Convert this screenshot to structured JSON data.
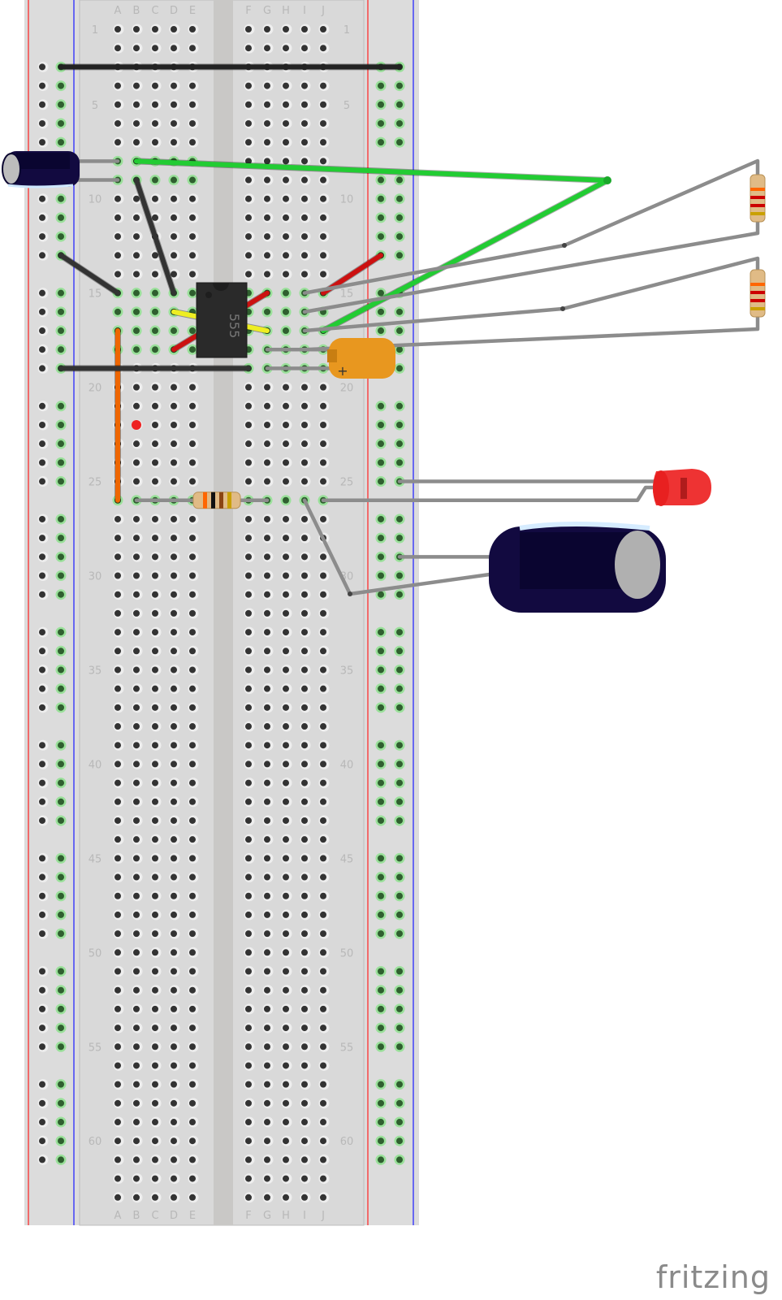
{
  "app": {
    "logo_text": "fritzing"
  },
  "breadboard": {
    "rows": 63,
    "columns_left": [
      "A",
      "B",
      "C",
      "D",
      "E"
    ],
    "columns_right": [
      "F",
      "G",
      "H",
      "I",
      "J"
    ],
    "row_labels": [
      "1",
      "5",
      "10",
      "15",
      "20",
      "25",
      "30",
      "35",
      "40",
      "45",
      "50",
      "55",
      "60"
    ],
    "colors": {
      "board": "#dcdcdc",
      "channel": "#c9c8c6",
      "hole": "#333333",
      "hole_connected": "#2f5f2f",
      "hole_glow": "#8ee08e",
      "rail_plus": "#ff2020",
      "rail_minus": "#1a1aff",
      "label": "#b8b8b8"
    }
  },
  "components": {
    "ic": {
      "name": "555 timer",
      "label": "555",
      "top_row": 15,
      "pins": 8
    },
    "capacitor_small": {
      "type": "electrolytic",
      "rows": [
        8,
        9
      ],
      "column": "A"
    },
    "capacitor_large": {
      "type": "electrolytic",
      "leads": [
        "right-rail-29",
        "I-31"
      ]
    },
    "capacitor_tantalum": {
      "type": "ceramic/tantalum",
      "rows": [
        18,
        19
      ],
      "column": "F",
      "marking": "+"
    },
    "led": {
      "color": "red",
      "leads": [
        "right-rail-25",
        "J-26"
      ]
    },
    "resistor_board": {
      "rows": [
        26
      ],
      "from": "B",
      "to": "G",
      "bands": [
        "#ff6600",
        "#111111",
        "#8b4513",
        "#c9a000"
      ]
    },
    "resistor_ext_1": {
      "bands": [
        "#ff6600",
        "#cc0000",
        "#cc0000",
        "#c9a000"
      ]
    },
    "resistor_ext_2": {
      "bands": [
        "#ff6600",
        "#cc0000",
        "#cc0000",
        "#c9a000"
      ]
    },
    "probe_marker": {
      "row": 22,
      "column": "B",
      "color": "#ee2222"
    }
  },
  "wires": [
    {
      "id": "black-rail-top",
      "color": "#222222",
      "from": "left-rail-3",
      "to": "right-rail-3"
    },
    {
      "id": "green-long",
      "color": "#22cc33",
      "from": "B-8",
      "via": "ext",
      "to": "I-17"
    },
    {
      "id": "black-diag-1",
      "color": "#333333",
      "from": "B-9",
      "to": "D-15"
    },
    {
      "id": "black-diag-2",
      "color": "#333333",
      "from": "left-rail-13",
      "to": "A-15"
    },
    {
      "id": "red-right",
      "color": "#cc1111",
      "from": "I-15",
      "to": "right-rail-13"
    },
    {
      "id": "red-ic",
      "color": "#cc1111",
      "from": "D-18",
      "to": "F-15"
    },
    {
      "id": "yellow-ic",
      "color": "#eeee22",
      "from": "D-16",
      "to": "F-17"
    },
    {
      "id": "orange",
      "color": "#ee6600",
      "from": "A-17",
      "to": "A-26"
    },
    {
      "id": "black-bottom",
      "color": "#333333",
      "from": "left-rail-19",
      "to": "F-19"
    }
  ]
}
